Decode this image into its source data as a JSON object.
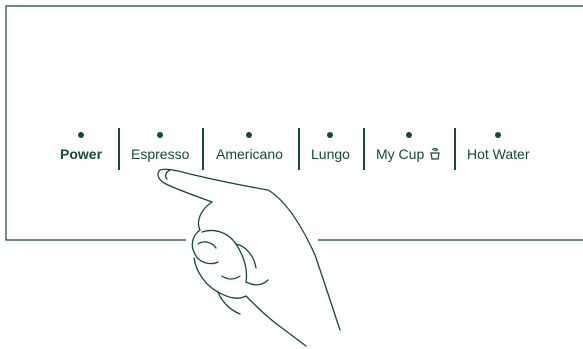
{
  "colors": {
    "ink": "#124a36",
    "background": "#ffffff"
  },
  "buttons": [
    {
      "label": "Power",
      "bold": true
    },
    {
      "label": "Espresso",
      "bold": false
    },
    {
      "label": "Americano",
      "bold": false
    },
    {
      "label": "Lungo",
      "bold": false
    },
    {
      "label": "My Cup",
      "bold": false,
      "icon": "hand-cup-icon"
    },
    {
      "label": "Hot Water",
      "bold": false
    }
  ],
  "illustration": {
    "icon": "pressing-hand-icon"
  }
}
